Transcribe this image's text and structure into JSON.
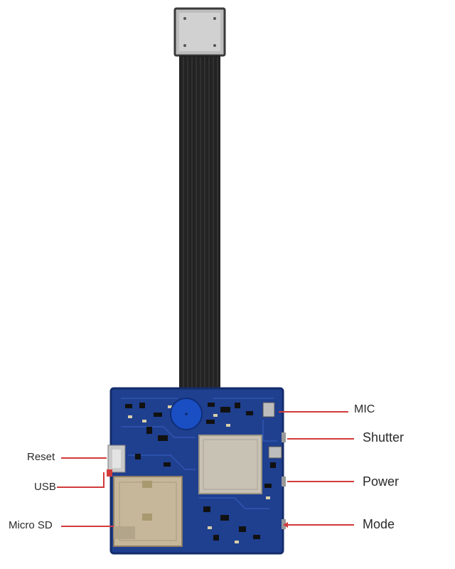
{
  "labels": {
    "left": [
      "Reset",
      "USB",
      "Micro SD"
    ],
    "right": [
      "MIC",
      "Shutter",
      "Power",
      "Mode"
    ]
  },
  "colors": {
    "board": "#1f3f8f",
    "board_edge": "#142c6b",
    "ribbon": "#252525",
    "sensor": "#c9c9c9",
    "shield": "#c8c2b4",
    "sd_slot": "#c7b79a",
    "leader_lines": "#d23a3a"
  }
}
